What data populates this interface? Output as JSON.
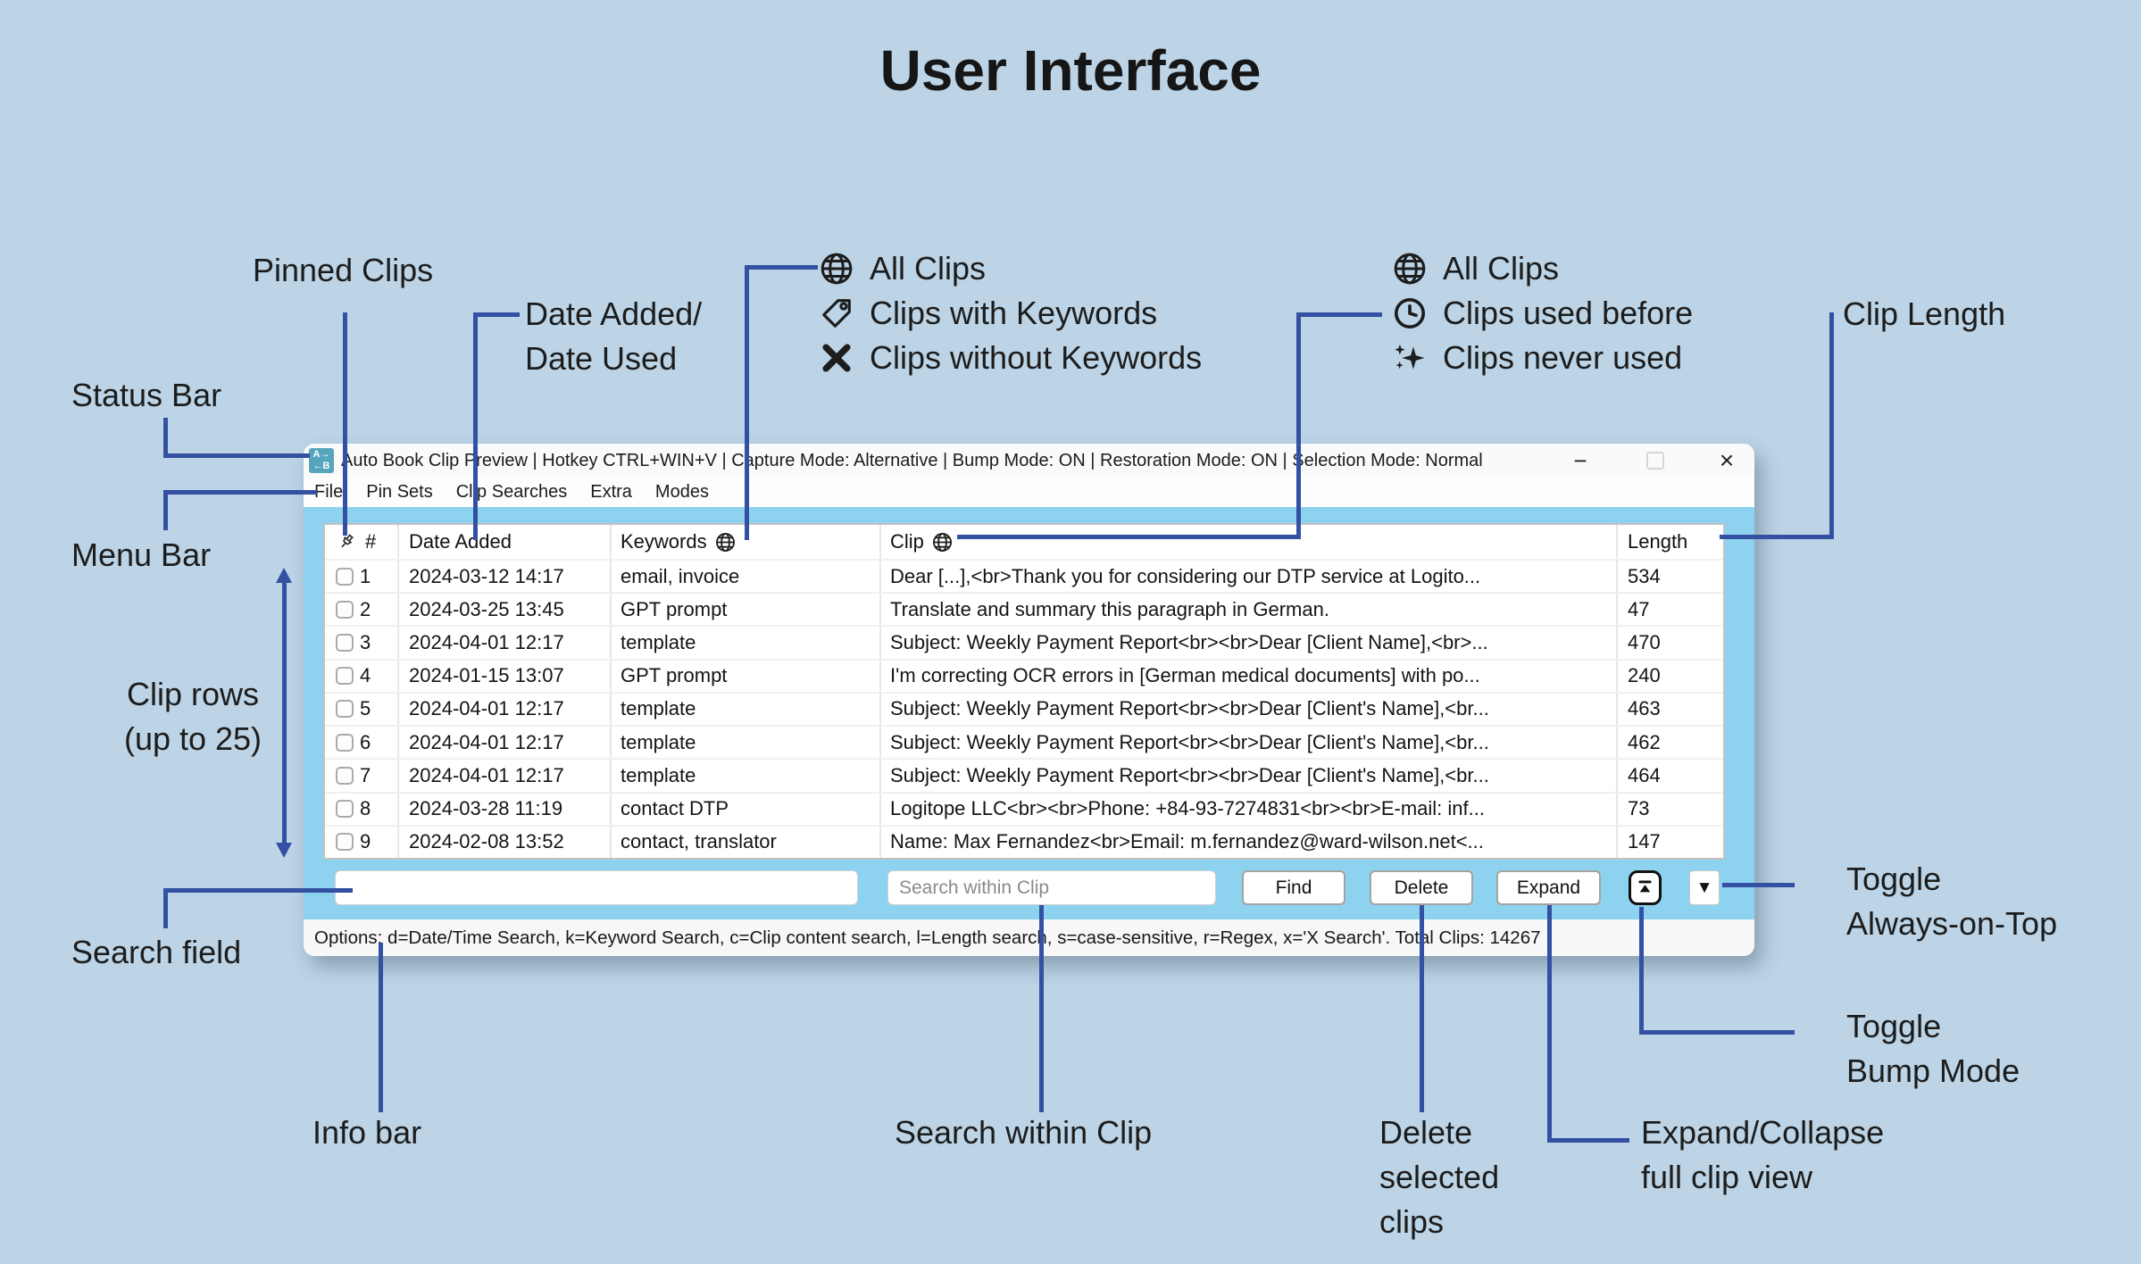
{
  "page": {
    "title": "User Interface"
  },
  "colors": {
    "background": "#bcd4e6",
    "annotation_line": "#3350a2",
    "window_body_blue": "#8dd3f0",
    "app_icon_teal": "#55a6bd"
  },
  "annotations": {
    "pinned_clips": "Pinned Clips",
    "date_added": "Date Added/\nDate Used",
    "clip_length": "Clip Length",
    "status_bar": "Status Bar",
    "menu_bar": "Menu Bar",
    "clip_rows": "Clip rows\n(up to 25)",
    "search_field": "Search field",
    "info_bar": "Info bar",
    "search_within_clip": "Search within Clip",
    "delete_clips": "Delete\nselected\nclips",
    "expand_collapse": "Expand/Collapse\nfull clip view",
    "toggle_always_on_top": "Toggle\nAlways-on-Top",
    "toggle_bump_mode": "Toggle\nBump Mode"
  },
  "legends": {
    "keyword_filter": {
      "items": [
        {
          "icon": "globe-icon",
          "label": "All Clips"
        },
        {
          "icon": "tag-icon",
          "label": "Clips with Keywords"
        },
        {
          "icon": "x-icon",
          "label": "Clips without Keywords"
        }
      ]
    },
    "usage_filter": {
      "items": [
        {
          "icon": "globe-icon",
          "label": "All Clips"
        },
        {
          "icon": "clock-icon",
          "label": "Clips used before"
        },
        {
          "icon": "sparkles-icon",
          "label": "Clips never used"
        }
      ]
    }
  },
  "window": {
    "title": "Auto Book Clip Preview | Hotkey CTRL+WIN+V | Capture Mode: Alternative | Bump Mode: ON | Restoration Mode: ON | Selection Mode: Normal",
    "app_icon": {
      "line1": "A→",
      "line2": "←B"
    },
    "controls": {
      "minimize": "−",
      "close": "×"
    },
    "menu": [
      "File",
      "Pin Sets",
      "Clip Searches",
      "Extra",
      "Modes"
    ],
    "table": {
      "headers": {
        "pin_hash": "#",
        "date": "Date Added",
        "keywords": "Keywords",
        "clip": "Clip",
        "length": "Length"
      },
      "rows": [
        {
          "n": "1",
          "date": "2024-03-12 14:17",
          "keywords": "email, invoice",
          "clip": "Dear [...],<br>Thank you for considering our DTP service at Logito...",
          "length": "534"
        },
        {
          "n": "2",
          "date": "2024-03-25 13:45",
          "keywords": "GPT prompt",
          "clip": "Translate and summary this paragraph in German.",
          "length": "47"
        },
        {
          "n": "3",
          "date": "2024-04-01 12:17",
          "keywords": "template",
          "clip": "Subject: Weekly Payment Report<br><br>Dear [Client Name],<br>...",
          "length": "470"
        },
        {
          "n": "4",
          "date": "2024-01-15 13:07",
          "keywords": "GPT prompt",
          "clip": "I'm correcting OCR errors in [German medical documents] with po...",
          "length": "240"
        },
        {
          "n": "5",
          "date": "2024-04-01 12:17",
          "keywords": "template",
          "clip": "Subject: Weekly Payment Report<br><br>Dear [Client's Name],<br...",
          "length": "463"
        },
        {
          "n": "6",
          "date": "2024-04-01 12:17",
          "keywords": "template",
          "clip": "Subject: Weekly Payment Report<br><br>Dear [Client's Name],<br...",
          "length": "462"
        },
        {
          "n": "7",
          "date": "2024-04-01 12:17",
          "keywords": "template",
          "clip": "Subject: Weekly Payment Report<br><br>Dear [Client's Name],<br...",
          "length": "464"
        },
        {
          "n": "8",
          "date": "2024-03-28 11:19",
          "keywords": "contact DTP",
          "clip": "Logitope LLC<br><br>Phone: +84-93-7274831<br><br>E-mail: inf...",
          "length": "73"
        },
        {
          "n": "9",
          "date": "2024-02-08 13:52",
          "keywords": "contact, translator",
          "clip": "Name: Max Fernandez<br>Email: m.fernandez@ward-wilson.net<...",
          "length": "147"
        }
      ]
    },
    "search": {
      "find_value": "",
      "within_placeholder": "Search within Clip",
      "find_label": "Find",
      "delete_label": "Delete",
      "expand_label": "Expand",
      "dropdown_glyph": "▼"
    },
    "info_bar": "Options: d=Date/Time Search, k=Keyword Search, c=Clip content search, l=Length search, s=case-sensitive, r=Regex, x='X Search'. Total Clips: 14267"
  }
}
